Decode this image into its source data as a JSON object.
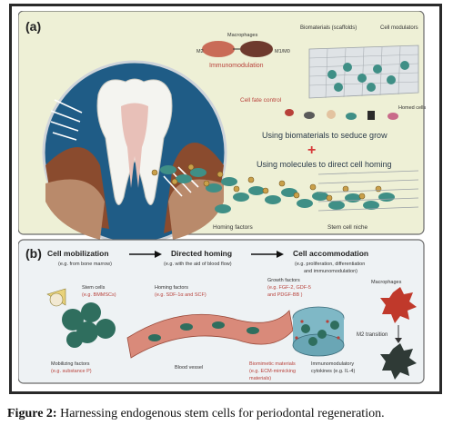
{
  "panel_a": {
    "label": "(a)",
    "macrophages": "Macrophages",
    "m2": "M2",
    "m1m0": "M1/M0",
    "immunomodulation": "Immunomodulation",
    "biomaterials": "Biomaterials (scaffolds)",
    "cell_modulators": "Cell modulators",
    "homed_cells": "Homed cells",
    "cell_fate_control": "Cell fate control",
    "using_biomaterials": "Using biomaterials to seduce grow",
    "plus": "+",
    "using_molecules": "Using molecules to direct cell homing",
    "homing_factors": "Homing factors",
    "stem_cell_niche": "Stem cell niche"
  },
  "panel_b": {
    "label": "(b)",
    "step1_title": "Cell mobilization",
    "step1_sub": "(e.g. from bone marrow)",
    "step2_title": "Directed homing",
    "step2_sub": "(e.g. with the aid of blood flow)",
    "step3_title": "Cell accommodation",
    "step3_sub1": "(e.g. proliferation, differentiation",
    "step3_sub2": "and immunomodulation)",
    "stem_cells": "Stem cells",
    "stem_cells_eg": "(e.g. BMMSCs)",
    "homing_factors": "Homing factors",
    "homing_factors_eg": "(e.g. SDF-1α and SCF)",
    "growth_factors": "Growth factors",
    "growth_factors_eg1": "(e.g. FGF-2, GDF-5",
    "growth_factors_eg2": "and PDGF-BB )",
    "macrophages": "Macrophages",
    "m2_transition": "M2 transition",
    "mobilizing_factors": "Mobilizing factors",
    "mobilizing_factors_eg": "(e.g. substance P)",
    "blood_vessel": "Blood vessel",
    "biomimetic1": "Biomimetic materials",
    "biomimetic2": "(e.g. ECM-mimicking",
    "biomimetic3": "materials)",
    "immunomodulatory1": "Immunomodulatory",
    "immunomodulatory2": "cytokines (e.g. IL-4)"
  },
  "caption": {
    "label": "Figure 2:",
    "text": " Harnessing endogenous stem cells for periodontal regeneration."
  },
  "colors": {
    "panel_bg": "#eef0d6",
    "teal_cells": "#3f8f86",
    "accent_red": "#b8413a",
    "tissue_brown": "#8a4b2e"
  }
}
